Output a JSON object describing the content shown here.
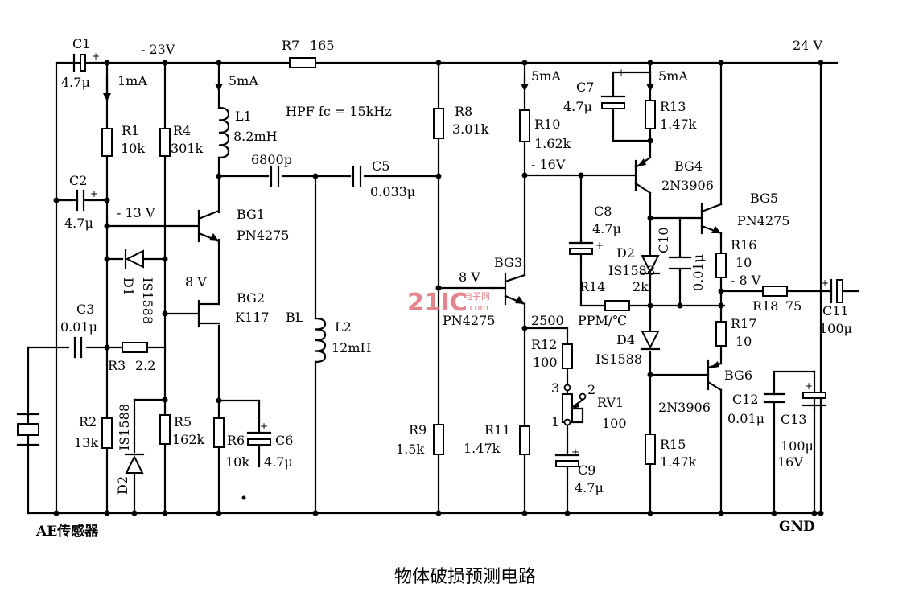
{
  "title": "物体破损预测电路",
  "rails": {
    "neg23": "- 23V",
    "pos24": "24 V",
    "gnd": "GND",
    "neg13": "- 13 V",
    "neg16": "- 16V",
    "neg8": "- 8 V",
    "v8a": "8 V",
    "v8b": "8 V"
  },
  "annotations": {
    "hpf": "HPF fc = 15kHz",
    "i1": "1mA",
    "i2": "5mA",
    "i3": "5mA",
    "i4": "5mA",
    "bl": "BL",
    "n2500": "2500",
    "ppm": "PPM/℃",
    "sensor": "AE传感器"
  },
  "components": {
    "c1": {
      "ref": "C1",
      "val": "4.7μ"
    },
    "c2": {
      "ref": "C2",
      "val": "4.7μ"
    },
    "c3": {
      "ref": "C3",
      "val": "0.01μ"
    },
    "c5": {
      "ref": "C5",
      "val": "0.033μ"
    },
    "c6800": {
      "val": "6800p"
    },
    "c6": {
      "ref": "C6",
      "val": "4.7μ"
    },
    "c7": {
      "ref": "C7",
      "val": "4.7μ"
    },
    "c8": {
      "ref": "C8",
      "val": "4.7μ"
    },
    "c9": {
      "ref": "C9",
      "val": "4.7μ"
    },
    "c10": {
      "ref": "C10",
      "val": "0.01μ"
    },
    "c11": {
      "ref": "C11",
      "val": "100μ"
    },
    "c12": {
      "ref": "C12",
      "val": "0.01μ"
    },
    "c13": {
      "ref": "C13",
      "val": "100μ",
      "val2": "16V"
    },
    "r1": {
      "ref": "R1",
      "val": "10k"
    },
    "r2": {
      "ref": "R2",
      "val": "13k"
    },
    "r3": {
      "ref": "R3",
      "val": "2.2"
    },
    "r4": {
      "ref": "R4",
      "val": "301k"
    },
    "r5": {
      "ref": "R5",
      "val": "162k"
    },
    "r6": {
      "ref": "R6",
      "val": "10k"
    },
    "r7": {
      "ref": "R7",
      "val": "165"
    },
    "r8": {
      "ref": "R8",
      "val": "3.01k"
    },
    "r9": {
      "ref": "R9",
      "val": "1.5k"
    },
    "r10": {
      "ref": "R10",
      "val": "1.62k"
    },
    "r11": {
      "ref": "R11",
      "val": "1.47k"
    },
    "r12": {
      "ref": "R12",
      "val": "100"
    },
    "r13": {
      "ref": "R13",
      "val": "1.47k"
    },
    "r14": {
      "ref": "R14",
      "val": "2k"
    },
    "r15": {
      "ref": "R15",
      "val": "1.47k"
    },
    "r16": {
      "ref": "R16",
      "val": "10"
    },
    "r17": {
      "ref": "R17",
      "val": "10"
    },
    "r18": {
      "ref": "R18",
      "val": "75"
    },
    "rv1": {
      "ref": "RV1",
      "val": "100",
      "p1": "1",
      "p2": "2",
      "p3": "3"
    },
    "l1": {
      "ref": "L1",
      "val": "8.2mH"
    },
    "l2": {
      "ref": "L2",
      "val": "12mH"
    },
    "d1": {
      "ref": "D1",
      "val": "IS1588"
    },
    "d2": {
      "ref": "D2",
      "val": "IS1588"
    },
    "d3": {
      "ref": "D2",
      "val": "IS1588"
    },
    "d4": {
      "ref": "D4",
      "val": "IS1588"
    },
    "bg1": {
      "ref": "BG1",
      "val": "PN4275"
    },
    "bg2": {
      "ref": "BG2",
      "val": "K117"
    },
    "bg3": {
      "ref": "BG3",
      "val": "PN4275"
    },
    "bg4": {
      "ref": "BG4",
      "val": "2N3906"
    },
    "bg5": {
      "ref": "BG5",
      "val": "PN4275"
    },
    "bg6": {
      "ref": "BG6",
      "val": "2N3906"
    }
  },
  "watermark": {
    "logo": "21IC",
    "sub": "电子网",
    "url": ".com"
  }
}
